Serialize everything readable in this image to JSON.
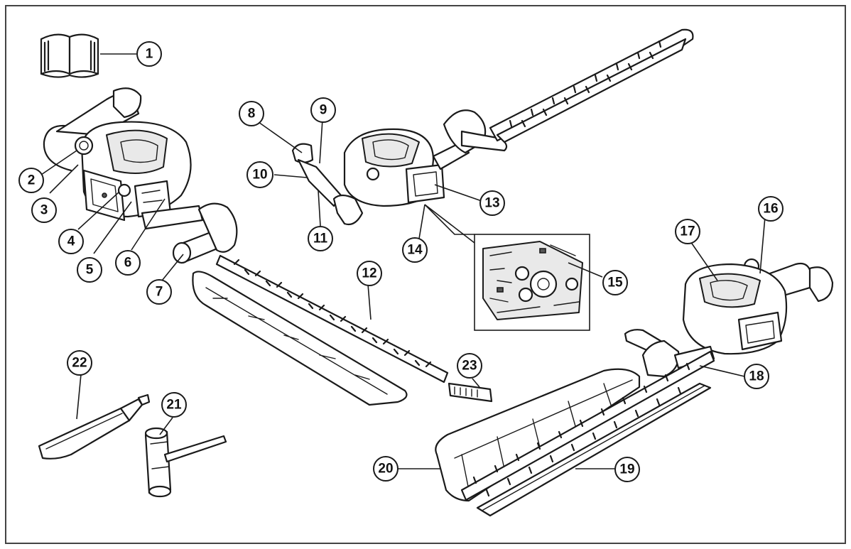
{
  "colors": {
    "ink": "#1a1a1a",
    "frame": "#444444",
    "background": "#ffffff"
  },
  "callouts": [
    {
      "id": "1",
      "icon": "manual-book-icon"
    },
    {
      "id": "2"
    },
    {
      "id": "3"
    },
    {
      "id": "4"
    },
    {
      "id": "5"
    },
    {
      "id": "6"
    },
    {
      "id": "7"
    },
    {
      "id": "8"
    },
    {
      "id": "9"
    },
    {
      "id": "10"
    },
    {
      "id": "11"
    },
    {
      "id": "12"
    },
    {
      "id": "13"
    },
    {
      "id": "14"
    },
    {
      "id": "15"
    },
    {
      "id": "16"
    },
    {
      "id": "17"
    },
    {
      "id": "18"
    },
    {
      "id": "19"
    },
    {
      "id": "20"
    },
    {
      "id": "21"
    },
    {
      "id": "22"
    },
    {
      "id": "23"
    }
  ],
  "icons": [
    "manual-book-icon",
    "hedge-trimmer-unit-left",
    "hedge-trimmer-unit-center",
    "hedge-trimmer-unit-right",
    "blade-guard",
    "combination-spanner",
    "grease-tube",
    "spare-blade-part",
    "gearbox-detail-inset"
  ]
}
